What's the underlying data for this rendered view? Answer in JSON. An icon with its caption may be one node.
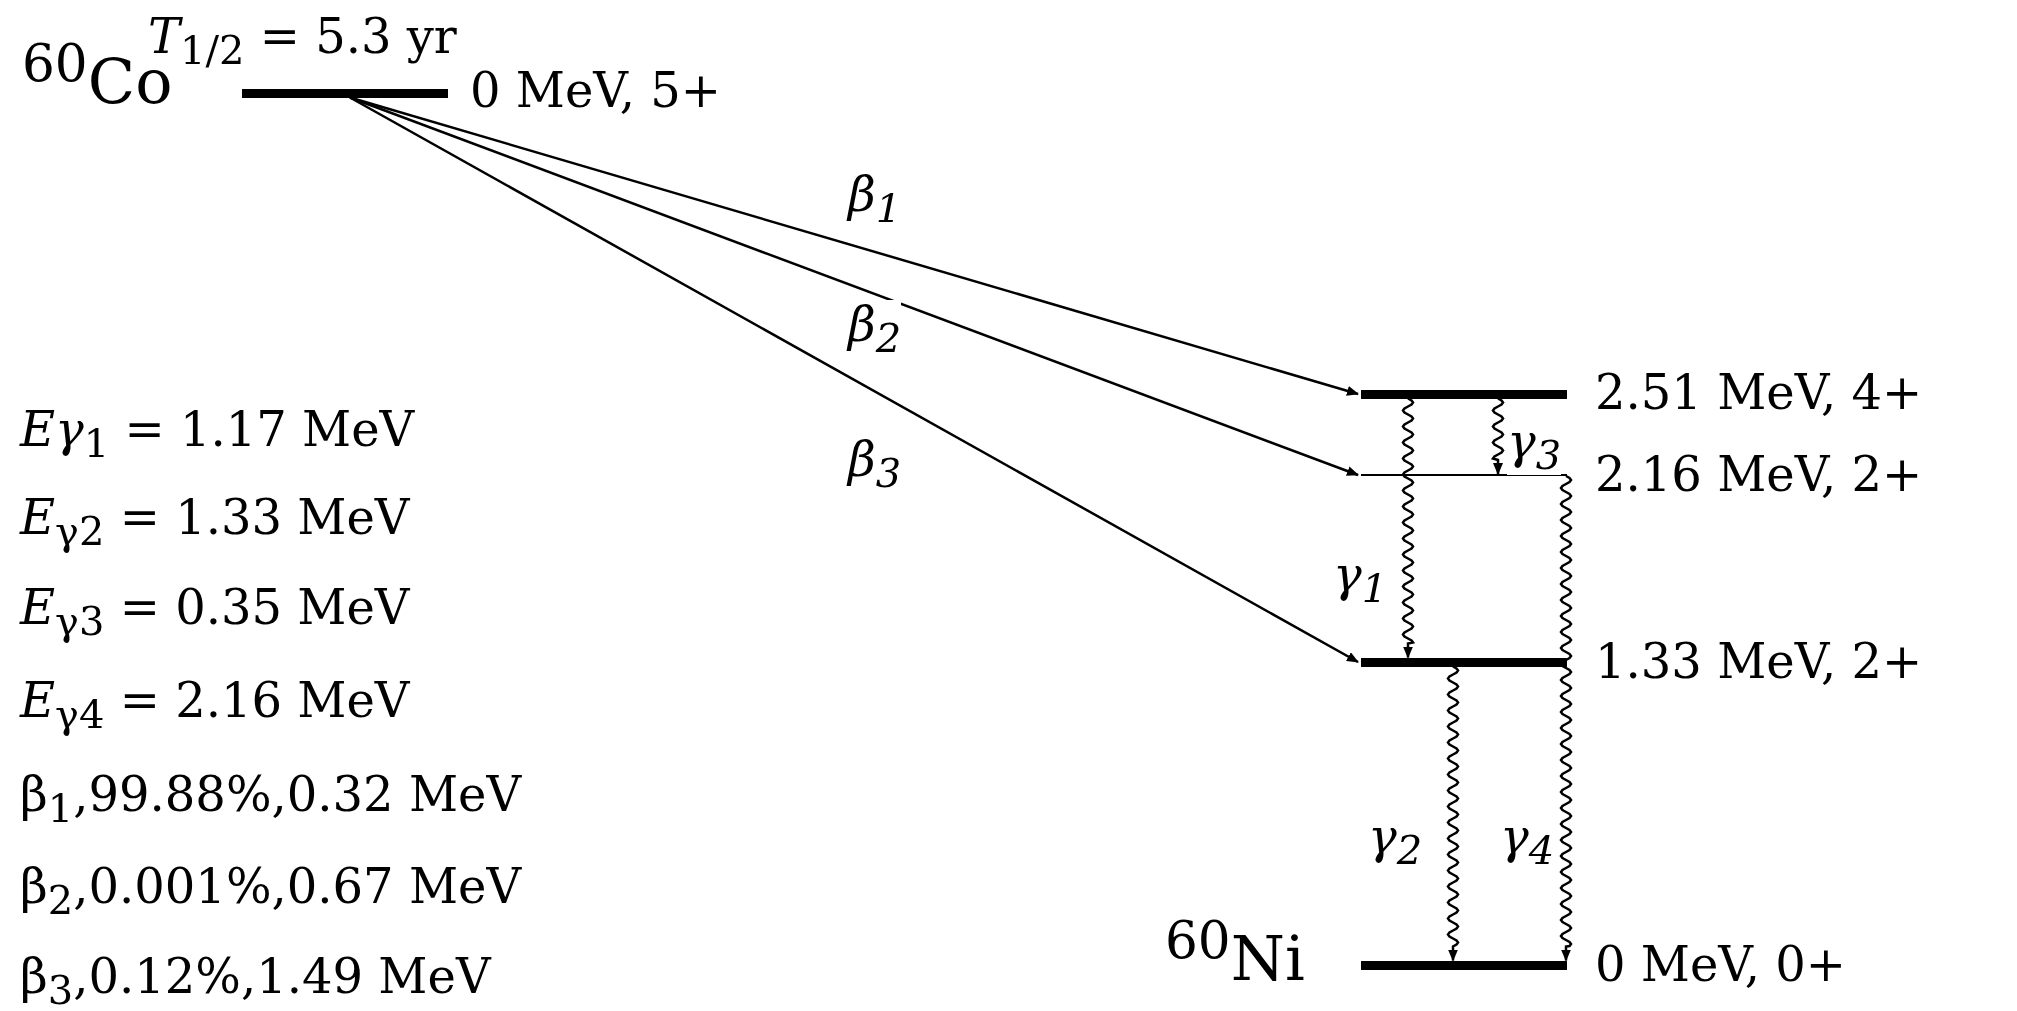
{
  "diagram": {
    "nodes": [
      {
        "text": [],
        "shape": "bar",
        "beside": [
          "$^{60}$Co",
          "*T*$_{1/2}$ = 5.3 yr",
          "0 MeV, 5+"
        ]
      },
      {
        "text": [],
        "shape": "bar",
        "beside": [
          "2.51 MeV, 4+"
        ]
      },
      {
        "text": [],
        "shape": "bar",
        "beside": [
          "2.16 MeV, 2+"
        ]
      },
      {
        "text": [],
        "shape": "bar",
        "beside": [
          "1.33 MeV, 2+"
        ]
      },
      {
        "text": [],
        "shape": "bar",
        "beside": [
          "$^{60}$Ni",
          "0 MeV, 0+"
        ]
      }
    ],
    "edges": [
      {
        "from": 0,
        "to": 1,
        "arrow": "to",
        "label": "β$_{1}$"
      },
      {
        "from": 0,
        "to": 2,
        "arrow": "to",
        "label": "β$_{2}$"
      },
      {
        "from": 0,
        "to": 3,
        "arrow": "to",
        "label": "β$_{3}$"
      },
      {
        "from": 1,
        "to": 3,
        "arrow": "to",
        "label": "γ$_{1}$"
      },
      {
        "from": 1,
        "to": 2,
        "arrow": "to",
        "label": "γ$_{3}$"
      },
      {
        "from": 3,
        "to": 4,
        "arrow": "to",
        "label": "γ$_{2}$"
      },
      {
        "from": 2,
        "to": 4,
        "arrow": "to",
        "label": "γ$_{4}$"
      }
    ],
    "labels": [
      "*Eγ*$_{1}$ = 1.17 MeV",
      "*E*$_{γ2}$ = 1.33 MeV",
      "*E*$_{γ3}$ = 0.35 MeV",
      "*E*$_{γ4}$ = 2.16 MeV",
      "β$_{1}$,99.88%,0.32 MeV",
      "β$_{2}$,0.001%,0.67 MeV",
      "β$_{3}$,0.12%,1.49 MeV"
    ]
  }
}
